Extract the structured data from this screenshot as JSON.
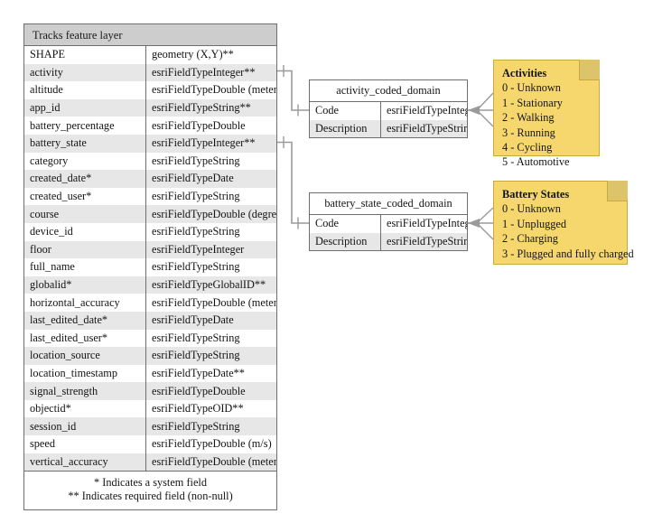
{
  "diagram": {
    "title_semantic": "tracks-feature-layer-schema"
  },
  "feature_layer": {
    "title": "Tracks feature layer",
    "fields": [
      {
        "name": "SHAPE",
        "type": "geometry (X,Y)**"
      },
      {
        "name": "activity",
        "type": "esriFieldTypeInteger**"
      },
      {
        "name": "altitude",
        "type": "esriFieldTypeDouble (meters)"
      },
      {
        "name": "app_id",
        "type": "esriFieldTypeString**"
      },
      {
        "name": "battery_percentage",
        "type": "esriFieldTypeDouble"
      },
      {
        "name": "battery_state",
        "type": "esriFieldTypeInteger**"
      },
      {
        "name": "category",
        "type": "esriFieldTypeString"
      },
      {
        "name": "created_date*",
        "type": "esriFieldTypeDate"
      },
      {
        "name": "created_user*",
        "type": "esriFieldTypeString"
      },
      {
        "name": "course",
        "type": "esriFieldTypeDouble (degrees)"
      },
      {
        "name": "device_id",
        "type": "esriFieldTypeString"
      },
      {
        "name": "floor",
        "type": "esriFieldTypeInteger"
      },
      {
        "name": "full_name",
        "type": "esriFieldTypeString"
      },
      {
        "name": "globalid*",
        "type": "esriFieldTypeGlobalID**"
      },
      {
        "name": "horizontal_accuracy",
        "type": "esriFieldTypeDouble (meters)"
      },
      {
        "name": "last_edited_date*",
        "type": "esriFieldTypeDate"
      },
      {
        "name": "last_edited_user*",
        "type": "esriFieldTypeString"
      },
      {
        "name": "location_source",
        "type": "esriFieldTypeString"
      },
      {
        "name": "location_timestamp",
        "type": "esriFieldTypeDate**"
      },
      {
        "name": "signal_strength",
        "type": "esriFieldTypeDouble"
      },
      {
        "name": "objectid*",
        "type": "esriFieldTypeOID**"
      },
      {
        "name": "session_id",
        "type": "esriFieldTypeString"
      },
      {
        "name": "speed",
        "type": "esriFieldTypeDouble (m/s)"
      },
      {
        "name": "vertical_accuracy",
        "type": "esriFieldTypeDouble (meters)"
      }
    ],
    "footnotes": [
      "* Indicates a system field",
      "** Indicates required field (non-null)"
    ]
  },
  "domains": [
    {
      "title": "activity_coded_domain",
      "rows": [
        {
          "name": "Code",
          "type": "esriFieldTypeInteger"
        },
        {
          "name": "Description",
          "type": "esriFieldTypeString"
        }
      ]
    },
    {
      "title": "battery_state_coded_domain",
      "rows": [
        {
          "name": "Code",
          "type": "esriFieldTypeInteger"
        },
        {
          "name": "Description",
          "type": "esriFieldTypeString"
        }
      ]
    }
  ],
  "notes": [
    {
      "title": "Activities",
      "lines": [
        "0 - Unknown",
        "1 - Stationary",
        "2 - Walking",
        "3 - Running",
        "4 - Cycling",
        "5 - Automotive"
      ]
    },
    {
      "title": "Battery States",
      "lines": [
        "0 - Unknown",
        "1 - Unplugged",
        "2 - Charging",
        "3 - Plugged and fully charged"
      ]
    }
  ],
  "colors": {
    "header_gray": "#cdcdcd",
    "row_alt_gray": "#e7e7e7",
    "row_plain": "#ffffff",
    "border_gray": "#6e6e6e",
    "note_yellow": "#f5d76e",
    "note_fold": "#ddc36a",
    "note_border": "#c9a93c",
    "connector_gray": "#9a9a9a"
  }
}
